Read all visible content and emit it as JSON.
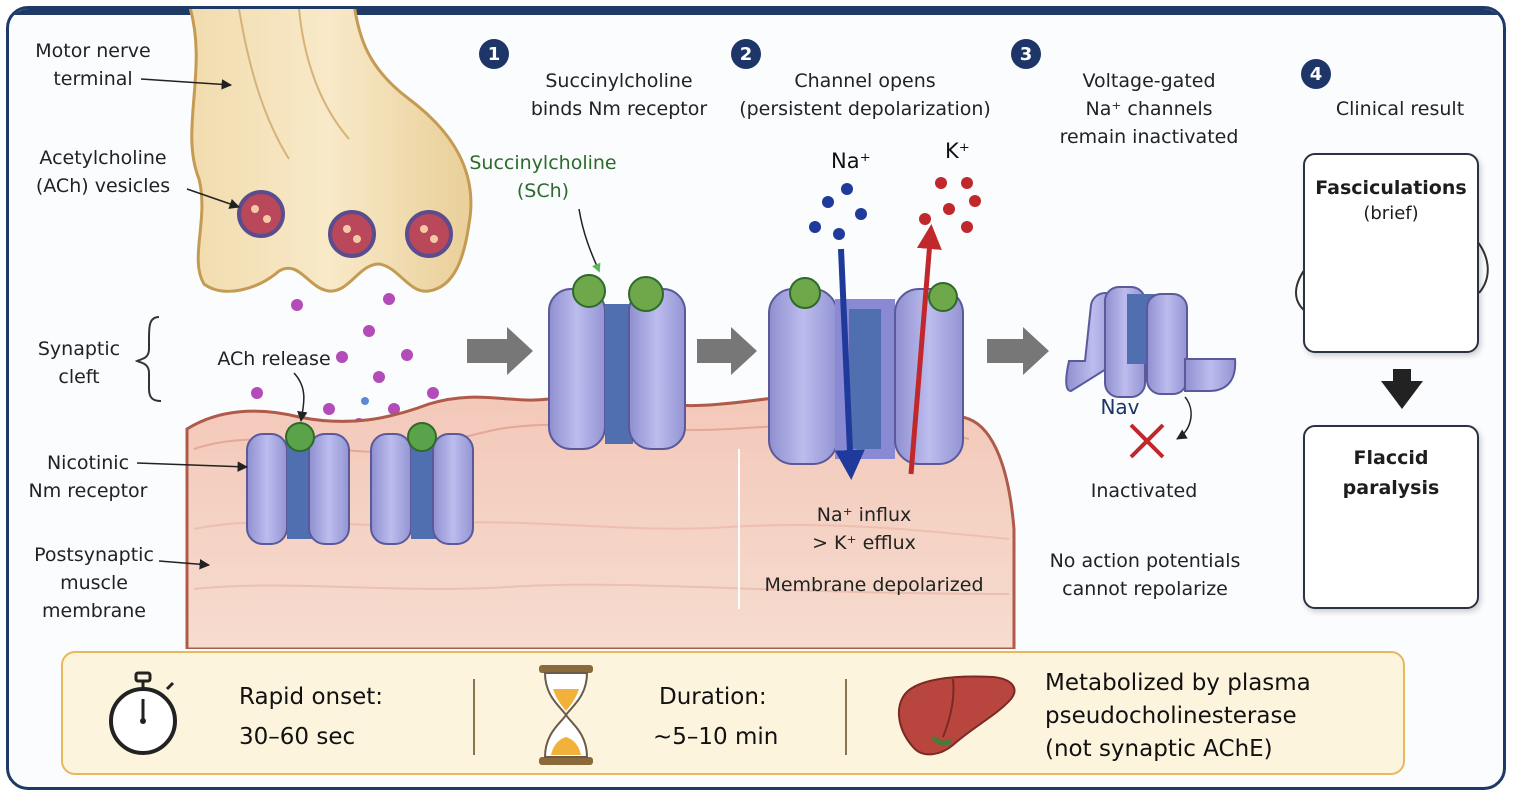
{
  "labels": {
    "motor_nerve_terminal": "Motor nerve\nterminal",
    "ach_vesicles": "Acetylcholine\n(ACh) vesicles",
    "synaptic_cleft": "Synaptic\ncleft",
    "ach_release": "ACh release",
    "nicotinic_receptor": "Nicotinic\nNm receptor",
    "postsynaptic_membrane": "Postsynaptic\nmuscle\nmembrane",
    "succinylcholine": "Succinylcholine\n(SCh)"
  },
  "steps": [
    {
      "number": "1",
      "title": "Succinylcholine\nbinds Nm receptor"
    },
    {
      "number": "2",
      "title": "Channel opens\n(persistent depolarization)"
    },
    {
      "number": "3",
      "title": "Voltage-gated\nNa⁺ channels\nremain inactivated"
    },
    {
      "number": "4",
      "title": "Clinical result"
    }
  ],
  "step2": {
    "na_label": "Na⁺",
    "k_label": "K⁺",
    "influx_text": "Na⁺ influx\n> K⁺ efflux",
    "depolarized_text": "Membrane depolarized"
  },
  "step3": {
    "nav_label": "Nav",
    "inactivated_label": "Inactivated",
    "consequence": "No action potentials\ncannot repolarize"
  },
  "results": {
    "fasciculations_title": "Fasciculations",
    "fasciculations_sub": "(brief)",
    "paralysis_title": "Flaccid\nparalysis"
  },
  "footer": {
    "onset_label": "Rapid onset:",
    "onset_value": "30–60 sec",
    "duration_label": "Duration:",
    "duration_value": "~5–10 min",
    "metabolism": "Metabolized by plasma\npseudocholinesterase\n(not synaptic AChE)"
  },
  "icons": {
    "stopwatch": "stopwatch-icon",
    "hourglass": "hourglass-icon",
    "liver": "liver-icon",
    "x_mark": "x-mark-icon"
  },
  "colors": {
    "frame": "#1f3a66",
    "receptor": "#a9a9e0",
    "pore": "#4f6fb0",
    "sodium": "#1f3a9a",
    "potassium": "#c0282c",
    "ach": "#b34bb8",
    "succinylcholine": "#6ea84a",
    "footer_bg": "#fdf4de"
  }
}
